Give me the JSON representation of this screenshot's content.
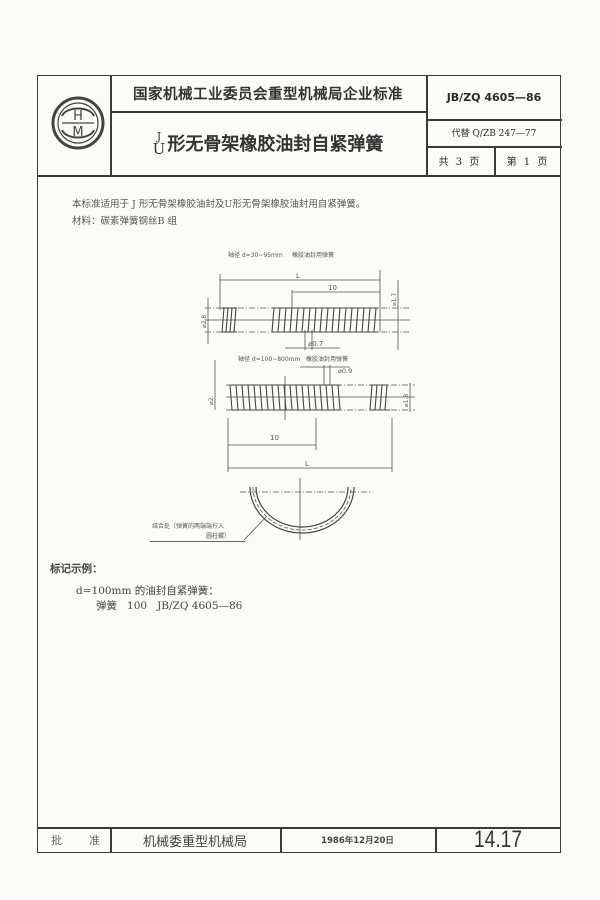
{
  "header": {
    "organization": "国家机械工业委员会重型机械局企业标准",
    "title_prefix_top": "J",
    "title_prefix_bottom": "U",
    "title": "形无骨架橡胶油封自紧弹簧",
    "standard_number": "JB/ZQ 4605—86",
    "replaces": "代替 Q/ZB 247—77",
    "pages_total": "共 3 页",
    "page_current": "第 1 页",
    "logo_letters": [
      "H",
      "M"
    ]
  },
  "body": {
    "scope": "本标准适用于 J 形无骨架橡胶油封及U形无骨架橡胶油封用自紧弹簧。",
    "material": "材料：碳素弹簧钢丝B 组"
  },
  "drawing": {
    "spring1": {
      "caption_shaft": "轴径 d=30~95mm",
      "caption_name": "橡胶油封用弹簧",
      "dim_L": "L",
      "dim_10": "10",
      "dim_outer": "⌀2.8",
      "dim_wire": "⌀0.7",
      "dim_coil": "⌀1.7"
    },
    "spring2": {
      "caption_shaft": "轴径 d=100~800mm",
      "caption_name": "橡胶油封用弹簧",
      "dim_wire": "⌀0.9",
      "dim_outer": "⌀2.",
      "dim_coil": "⌀1.8",
      "dim_10": "10",
      "dim_L": "L"
    },
    "joint_note_line1": "结合处（弹簧的两端端拧入",
    "joint_note_line2": "圆柱螺）"
  },
  "example": {
    "title": "标记示例：",
    "line1": "d=100mm 的油封自紧弹簧：",
    "line2": "弹簧   100   JB/ZQ 4605—86"
  },
  "footer": {
    "approve_1": "批",
    "approve_2": "准",
    "approver": "机械委重型机械局",
    "date": "1986年12月20日",
    "doc_number": "14.17"
  }
}
